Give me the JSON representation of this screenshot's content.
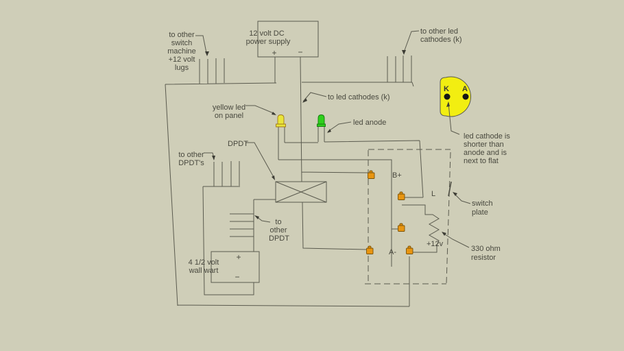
{
  "colors": {
    "background": "#cfceb8",
    "line": "#5a5a4e",
    "text": "#48483e",
    "led_symbol_yellow": "#f2ee11",
    "led_yellow": "#e9e53a",
    "led_green": "#2fd01c",
    "terminal_orange": "#e89511",
    "terminal_outline": "#7a5206",
    "pin_dot": "#161616"
  },
  "labels": {
    "switch_machine_lugs": [
      "to other",
      "switch",
      "machine",
      "+12 volt",
      "lugs"
    ],
    "power_supply": [
      "12 volt DC",
      "power supply"
    ],
    "power_plus": "+",
    "power_minus": "−",
    "other_led_cathodes": [
      "to other led",
      "cathodes (k)"
    ],
    "to_led_cathodes": "to led cathodes (k)",
    "yellow_led_on_panel": [
      "yellow led",
      "on panel"
    ],
    "led_anode": "led anode",
    "dpdt": "DPDT",
    "to_other_dpdts": [
      "to other",
      "DPDT's"
    ],
    "to_other_dpdt": [
      "to",
      "other",
      "DPDT"
    ],
    "wall_wart": [
      "4 1/2 volt",
      "wall wart"
    ],
    "wall_plus": "+",
    "wall_minus": "−",
    "b_plus": "B+",
    "l_terminal": "L",
    "a_minus": "A-",
    "plus_12v": "+12v",
    "switch_plate": [
      "switch",
      "plate"
    ],
    "resistor_330": [
      "330 ohm",
      "resistor"
    ],
    "led_cathode_note": [
      "led cathode is",
      "shorter than",
      "anode and is",
      "next to flat"
    ],
    "led_pin_k": "K",
    "led_pin_a": "A"
  }
}
